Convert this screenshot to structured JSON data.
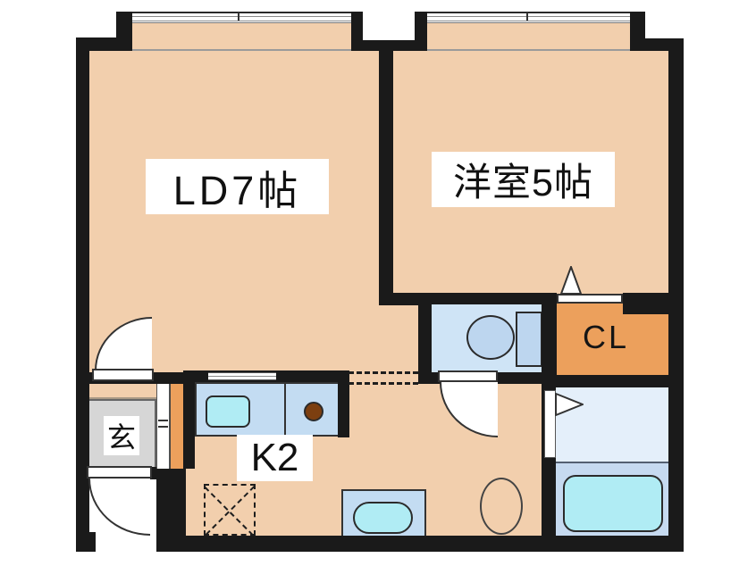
{
  "title": "1DK apartment floor plan",
  "colors": {
    "wall": "#1a1a1a",
    "floor": "#f2cfad",
    "closet-orange": "#eca05c",
    "entrance-gray": "#d6d6d6",
    "counter-blue": "#c3dcf2",
    "toilet-blue": "#cfe4f6",
    "washroom-blue": "#e4effa",
    "bath-blue": "#c6daf0",
    "fixture-cyan": "#b0ecf4",
    "toilet-bowl-blue": "#bdd6ef",
    "burner-brown": "#7c3f10"
  },
  "rooms": {
    "living_dining": {
      "label": "LD7帖"
    },
    "western_room": {
      "label": "洋室5帖"
    },
    "closet": {
      "label": "CL"
    },
    "kitchen": {
      "label": "K2"
    },
    "entrance": {
      "label": "玄"
    }
  }
}
